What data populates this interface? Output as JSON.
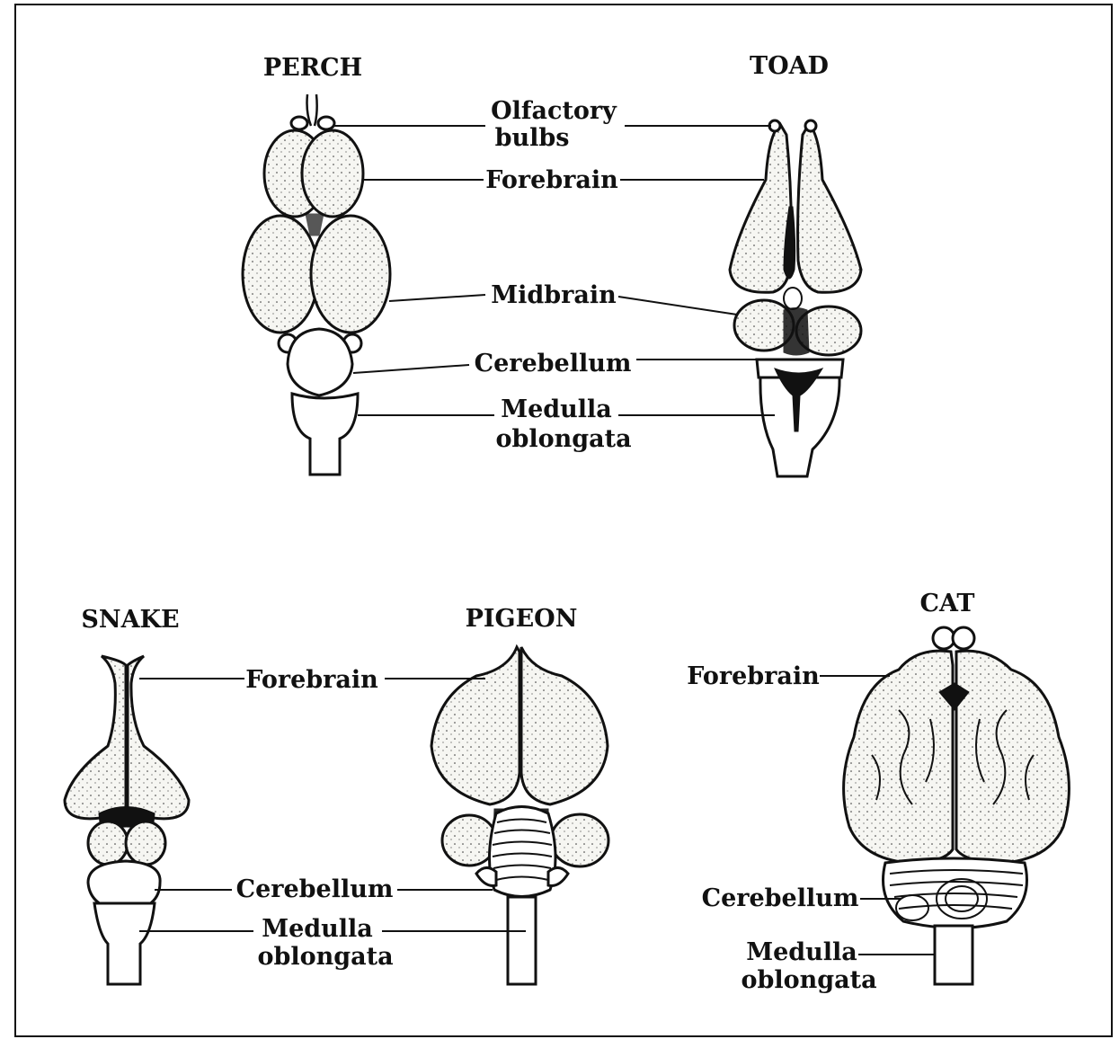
{
  "titles": {
    "perch": "PERCH",
    "toad": "TOAD",
    "snake": "SNAKE",
    "pigeon": "PIGEON",
    "cat": "CAT"
  },
  "top_labels": {
    "olfactory_1": "Olfactory",
    "olfactory_2": "bulbs",
    "forebrain": "Forebrain",
    "midbrain": "Midbrain",
    "cerebellum": "Cerebellum",
    "medulla_1": "Medulla",
    "medulla_2": "oblongata"
  },
  "bottom_left_labels": {
    "forebrain": "Forebrain",
    "cerebellum": "Cerebellum",
    "medulla_1": "Medulla",
    "medulla_2": "oblongata"
  },
  "cat_labels": {
    "forebrain": "Forebrain",
    "cerebellum": "Cerebellum",
    "medulla_1": "Medulla",
    "medulla_2": "oblongata"
  }
}
